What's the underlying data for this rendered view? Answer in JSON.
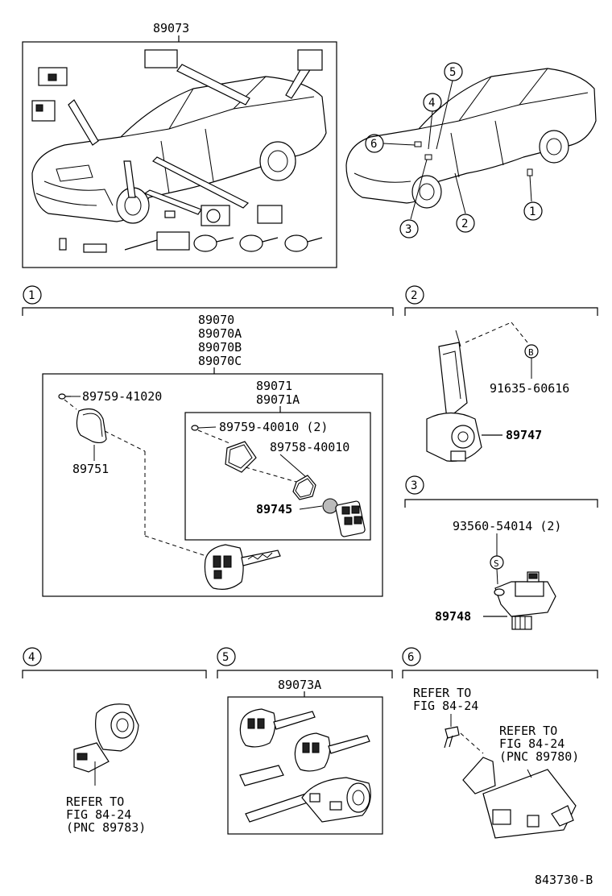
{
  "top_diagram": {
    "title": "89073"
  },
  "locator_diagram": {
    "callouts": [
      "1",
      "2",
      "3",
      "4",
      "5",
      "6"
    ]
  },
  "section1": {
    "number": "1",
    "assy_labels": [
      "89070",
      "89070A",
      "89070B",
      "89070C"
    ],
    "subassy_labels": [
      "89071",
      "89071A"
    ],
    "parts": {
      "screw_a": "89759-41020",
      "cover": "89751",
      "screw_b": "89759-40010 (2)",
      "gasket": "89758-40010",
      "battery": "89745"
    }
  },
  "section2": {
    "number": "2",
    "bolt_symbol": "B",
    "bolt": "91635-60616",
    "part": "89747"
  },
  "section3": {
    "number": "3",
    "screw_symbol": "S",
    "screw": "93560-54014 (2)",
    "part": "89748"
  },
  "section4": {
    "number": "4",
    "refer": [
      "REFER TO",
      "FIG 84-24",
      "(PNC 89783)"
    ]
  },
  "section5": {
    "number": "5",
    "title": "89073A"
  },
  "section6": {
    "number": "6",
    "refer_a": [
      "REFER TO",
      "FIG 84-24"
    ],
    "refer_b": [
      "REFER TO",
      "FIG 84-24",
      "(PNC 89780)"
    ]
  },
  "footer": {
    "code": "843730-B"
  }
}
